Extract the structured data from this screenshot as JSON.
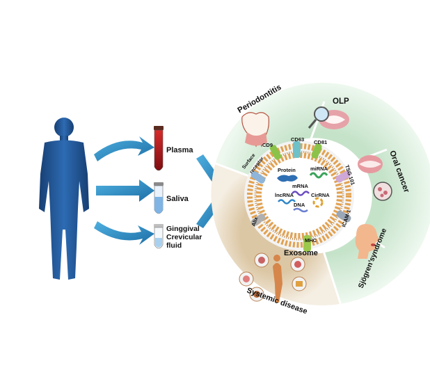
{
  "fluids": {
    "plasma": "Plasma",
    "saliva": "Saliva",
    "gcf_line1": "Ginggival",
    "gcf_line2": "Crevicular",
    "gcf_line3": "fluid"
  },
  "diseases": {
    "periodontitis": "Periodontitis",
    "olp": "OLP",
    "oral_cancer": "Oral cancer",
    "sjogren": "Sjögren’syndrome",
    "systemic": "Systemic disease"
  },
  "exosome": {
    "title": "Exosome",
    "markers": {
      "cd9": "CD9",
      "cd63": "CD63",
      "cd81": "CD81",
      "tsg101": "TSG 101",
      "icam1": "ICAM-1",
      "mhc": "MHC",
      "alix": "Alix",
      "surface_receptor_1": "Surface",
      "surface_receptor_2": "receptor"
    },
    "cargo": {
      "protein": "Protein",
      "mirna": "miRNA",
      "mrna": "mRNA",
      "lncrna": "lncRNA",
      "cirrna": "CirRNA",
      "dna": "DNA"
    }
  },
  "colors": {
    "body": "#1f5a9e",
    "arrow": "#2a8bc4",
    "green_band": "#cfe9d2",
    "tan_band": "#e6d6bd",
    "blood": "#b3141a",
    "saliva": "#7fb4e4"
  }
}
